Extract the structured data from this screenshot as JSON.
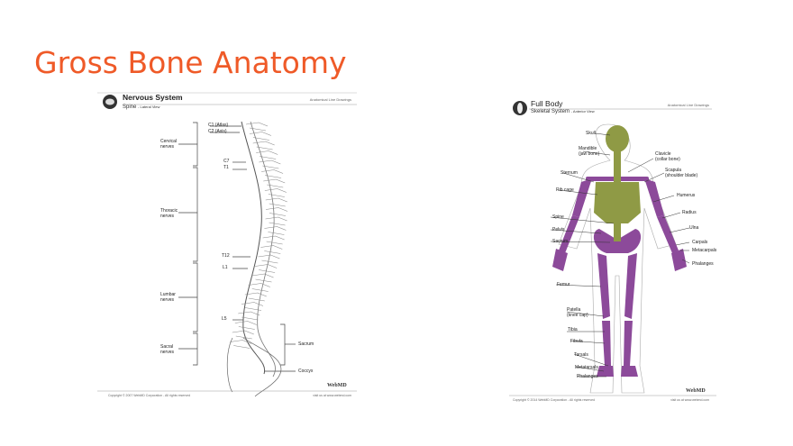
{
  "slide": {
    "title": "Gross Bone Anatomy",
    "accent_color": "#ef5a28"
  },
  "spine_figure": {
    "header": "Nervous System",
    "subheader": "Spine",
    "view": "- Lateral View",
    "series": "Anatomical Line Drawings",
    "brand": "WebMD",
    "copyright": "Copyright © 2007 WebMD Corporation - All rights reserved",
    "url": "visit us at www.webmd.com",
    "labels": {
      "c1": "C1 (Atlas)",
      "c2": "C2 (Axis)",
      "c7": "C7",
      "t1": "T1",
      "t12": "T12",
      "l1": "L1",
      "l5": "L5",
      "cervical": [
        "Cervical",
        "nerves"
      ],
      "thoracic": [
        "Thoracic",
        "nerves"
      ],
      "lumbar": [
        "Lumbar",
        "nerves"
      ],
      "sacral": [
        "Sacral",
        "nerves"
      ],
      "sacrum": "Sacrum",
      "coccyx": "Coccyx"
    }
  },
  "skeleton_figure": {
    "header": "Full Body",
    "subheader": "Skeletal System",
    "view": "- Anterior View",
    "series": "Anatomical Line Drawings",
    "brand": "WebMD",
    "copyright": "Copyright © 2014 WebMD Corporation - All rights reserved",
    "url": "visit us at www.webmd.com",
    "colors": {
      "axial": "#8f9a45",
      "appendicular": "#8c4a9a"
    },
    "labels": {
      "skull": "Skull",
      "mandible": [
        "Mandible",
        "(jaw bone)"
      ],
      "clavicle": [
        "Clavicle",
        "(collar bone)"
      ],
      "sternum": "Sternum",
      "scapula": [
        "Scapula",
        "(shoulder blade)"
      ],
      "ribcage": "Rib cage",
      "humerus": "Humerus",
      "radius": "Radius",
      "ulna": "Ulna",
      "spine": "Spine",
      "pelvis": "Pelvis",
      "sacrum": "Sacrum",
      "carpals": "Carpals",
      "metacarpals": "Metacarpals",
      "phalanges_hand": "Phalanges",
      "femur": "Femur",
      "patella": [
        "Patella",
        "(knee cap)"
      ],
      "tibia": "Tibia",
      "fibula": "Fibula",
      "tarsals": "Tarsals",
      "metatarsals": "Metatarsals",
      "phalanges_foot": "Phalanges"
    }
  }
}
